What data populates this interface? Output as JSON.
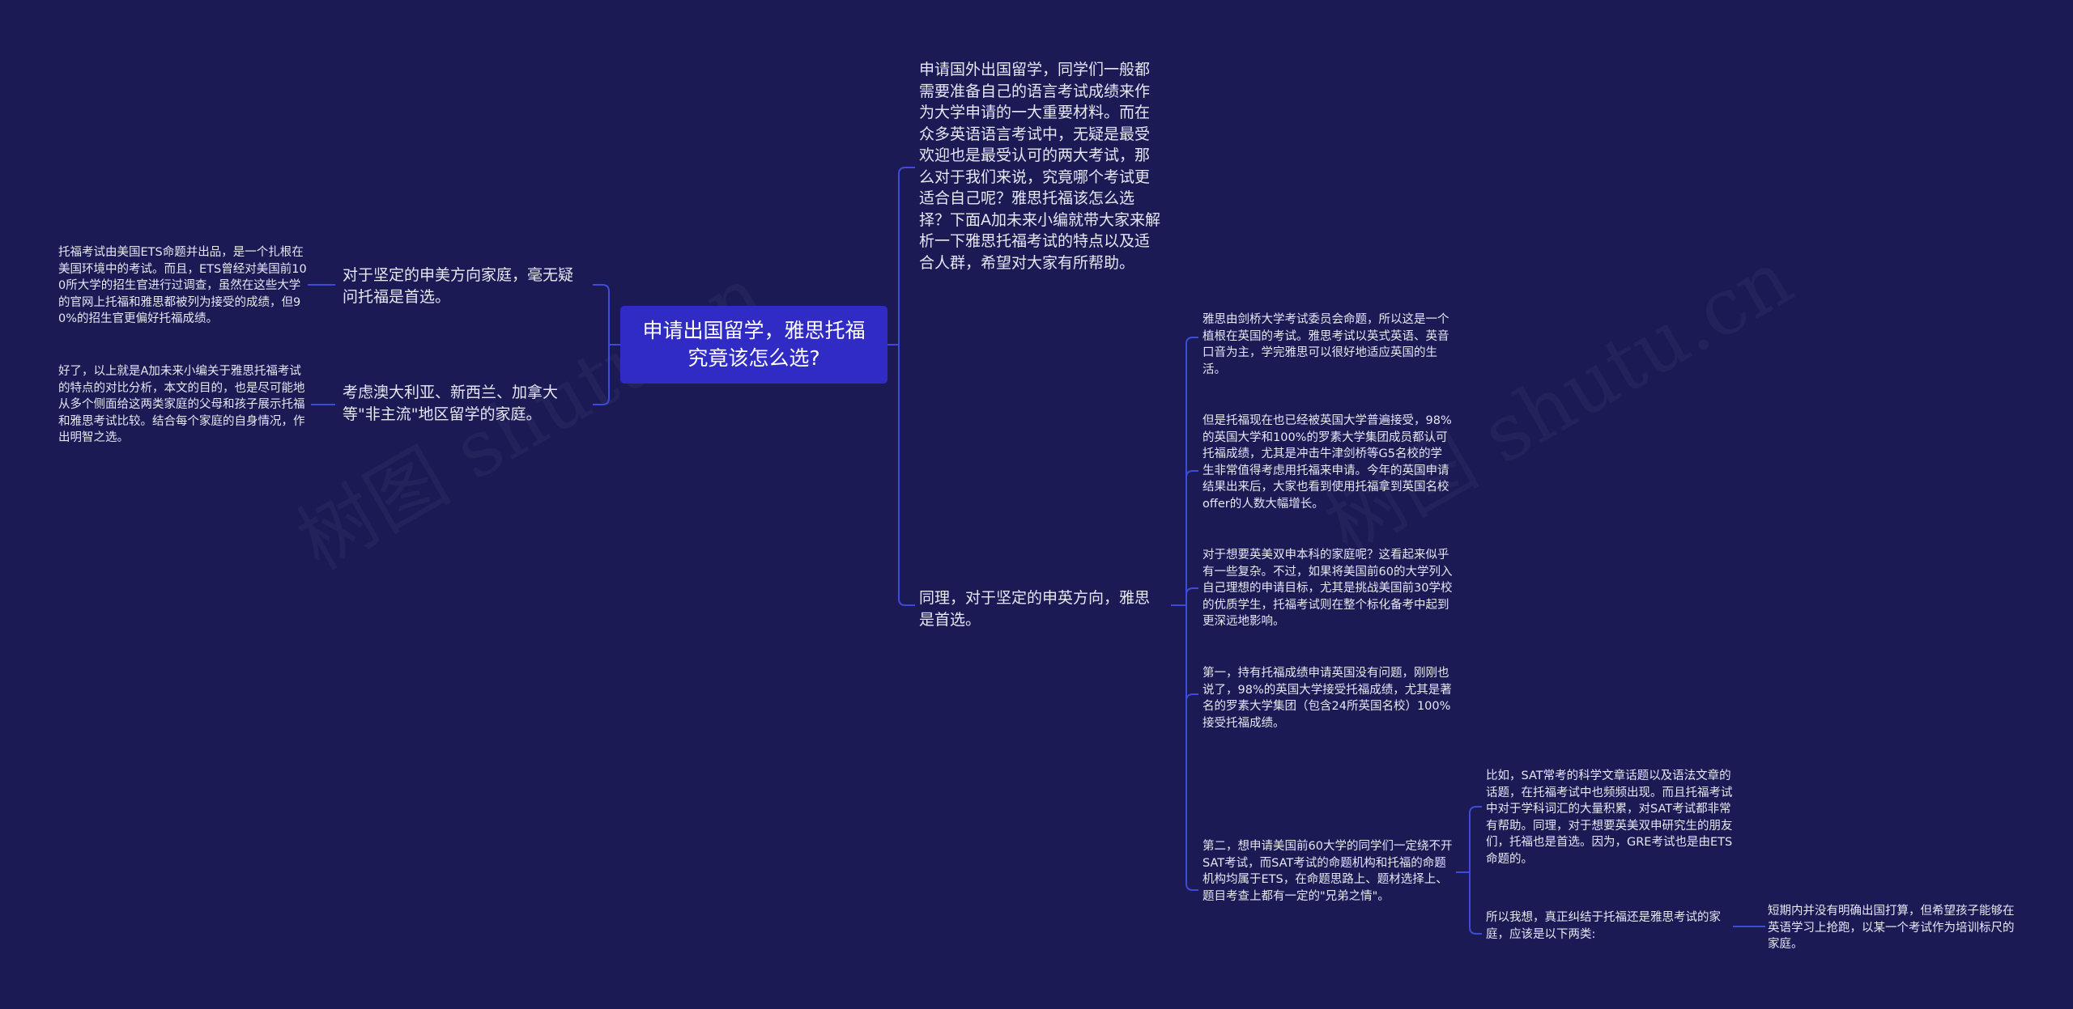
{
  "watermarks": [
    "树图 shutu.cn",
    "树图 shutu.cn"
  ],
  "root": {
    "text": "申请出国留学，雅思托福究竟该怎么选?"
  },
  "left": [
    {
      "text": "对于坚定的申美方向家庭，毫无疑问托福是首选。",
      "child": "托福考试由美国ETS命题并出品，是一个扎根在美国环境中的考试。而且，ETS曾经对美国前100所大学的招生官进行过调查，虽然在这些大学的官网上托福和雅思都被列为接受的成绩，但90%的招生官更偏好托福成绩。"
    },
    {
      "text": "考虑澳大利亚、新西兰、加拿大等\"非主流\"地区留学的家庭。",
      "child": "好了，以上就是A加未来小编关于雅思托福考试的特点的对比分析，本文的目的，也是尽可能地从多个侧面给这两类家庭的父母和孩子展示托福和雅思考试比较。结合每个家庭的自身情况，作出明智之选。"
    }
  ],
  "right": {
    "intro": "申请国外出国留学，同学们一般都需要准备自己的语言考试成绩来作为大学申请的一大重要材料。而在众多英语语言考试中，无疑是最受欢迎也是最受认可的两大考试，那么对于我们来说，究竟哪个考试更适合自己呢？雅思托福该怎么选择？下面A加未来小编就带大家来解析一下雅思托福考试的特点以及适合人群，希望对大家有所帮助。",
    "uk": {
      "text": "同理，对于坚定的申英方向，雅思是首选。",
      "children": [
        "雅思由剑桥大学考试委员会命题，所以这是一个植根在英国的考试。雅思考试以英式英语、英音口音为主，学完雅思可以很好地适应英国的生活。",
        "但是托福现在也已经被英国大学普遍接受，98%的英国大学和100%的罗素大学集团成员都认可托福成绩，尤其是冲击牛津剑桥等G5名校的学生非常值得考虑用托福来申请。今年的英国申请结果出来后，大家也看到使用托福拿到英国名校offer的人数大幅增长。",
        "对于想要英美双申本科的家庭呢？这看起来似乎有一些复杂。不过，如果将美国前60的大学列入自己理想的申请目标，尤其是挑战美国前30学校的优质学生，托福考试则在整个标化备考中起到更深远地影响。",
        "第一，持有托福成绩申请英国没有问题，刚刚也说了，98%的英国大学接受托福成绩，尤其是著名的罗素大学集团（包含24所英国名校）100%接受托福成绩。",
        "第二，想申请美国前60大学的同学们一定绕不开SAT考试，而SAT考试的命题机构和托福的命题机构均属于ETS，在命题思路上、题材选择上、题目考查上都有一定的\"兄弟之情\"。"
      ],
      "sub": {
        "example": "比如，SAT常考的科学文章话题以及语法文章的话题，在托福考试中也频频出现。而且托福考试中对于学科词汇的大量积累，对SAT考试都非常有帮助。同理，对于想要英美双申研究生的朋友们，托福也是首选。因为，GRE考试也是由ETS命题的。",
        "conclusion": "所以我想，真正纠结于托福还是雅思考试的家庭，应该是以下两类:",
        "leaf": "短期内并没有明确出国打算，但希望孩子能够在英语学习上抢跑，以某一个考试作为培训标尺的家庭。"
      }
    }
  },
  "colors": {
    "background": "#1b1a55",
    "root": "#2f2bc4",
    "line": "#3d4bd8",
    "text": "#e6e7f2"
  }
}
